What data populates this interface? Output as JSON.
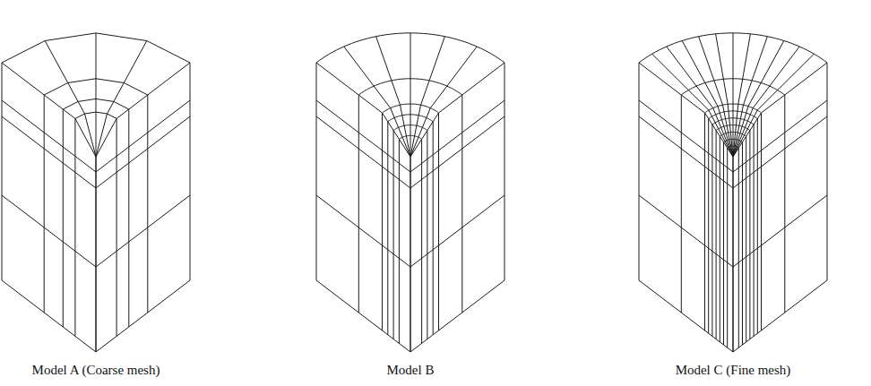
{
  "diagram": {
    "labels": [
      "Model A (Coarse mesh)",
      "Model B",
      "Model C (Fine mesh)"
    ]
  }
}
